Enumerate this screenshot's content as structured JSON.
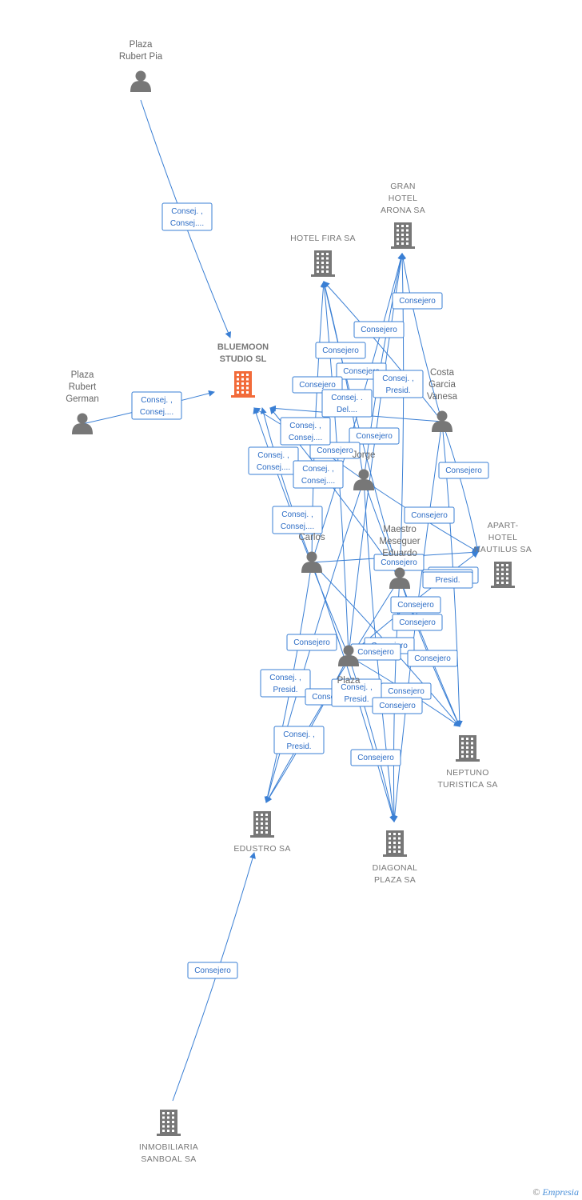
{
  "colors": {
    "edge": "#3a7fd4",
    "person": "#777777",
    "company": "#777777",
    "main_company": "#f26b3a"
  },
  "footer": {
    "copyright": "©",
    "brand": "Empresia"
  },
  "nodes": [
    {
      "id": "bluemoon",
      "type": "main",
      "label": [
        "BLUEMOON",
        "STUDIO  SL"
      ]
    },
    {
      "id": "plaza_rubert_pia",
      "type": "person",
      "label": [
        "Plaza",
        "Rubert Pia"
      ]
    },
    {
      "id": "plaza_rubert_german",
      "type": "person",
      "label": [
        "Plaza",
        "Rubert",
        "German"
      ]
    },
    {
      "id": "gran_hotel_arona",
      "type": "company",
      "label": [
        "GRAN",
        "HOTEL",
        "ARONA SA"
      ]
    },
    {
      "id": "hotel_fira",
      "type": "company",
      "label": [
        "HOTEL FIRA SA"
      ]
    },
    {
      "id": "costa_garcia_vanesa",
      "type": "person",
      "label": [
        "Costa",
        "Garcia",
        "Vanesa"
      ]
    },
    {
      "id": "jorge",
      "type": "person",
      "label": [
        "Jorge"
      ]
    },
    {
      "id": "carlos",
      "type": "person",
      "label": [
        "Carlos"
      ]
    },
    {
      "id": "maestro_meseguer_eduardo",
      "type": "person",
      "label": [
        "Maestro",
        "Meseguer",
        "Eduardo"
      ]
    },
    {
      "id": "apart_hotel_nautilus",
      "type": "company",
      "label": [
        "APART-",
        "HOTEL",
        "NAUTILUS SA"
      ]
    },
    {
      "id": "plaza_center",
      "type": "person",
      "label": [
        "Plaza"
      ]
    },
    {
      "id": "neptuno_turistica",
      "type": "company",
      "label": [
        "NEPTUNO",
        "TURISTICA SA"
      ]
    },
    {
      "id": "edustro",
      "type": "company",
      "label": [
        "EDUSTRO SA"
      ]
    },
    {
      "id": "diagonal_plaza",
      "type": "company",
      "label": [
        "DIAGONAL",
        "PLAZA SA"
      ]
    },
    {
      "id": "inmobiliaria_sanboal",
      "type": "company",
      "label": [
        "INMOBILIARIA",
        "SANBOAL SA"
      ]
    }
  ],
  "edge_labels": [
    [
      "Consej. ,",
      "Consej...."
    ],
    [
      "Consej. ,",
      "Consej...."
    ],
    [
      "Consejero"
    ],
    [
      "Consejero"
    ],
    [
      "Consejero"
    ],
    [
      "Consejero"
    ],
    [
      "Consejero"
    ],
    [
      "Consejero"
    ],
    [
      "Consej. ,",
      "Presid."
    ],
    [
      "Consej. .",
      "Del...."
    ],
    [
      "Consejero"
    ],
    [
      "Consej. ,",
      "Consej...."
    ],
    [
      "Consejero"
    ],
    [
      "Consej. ,",
      "Consej...."
    ],
    [
      "Consej. ,",
      "Consej...."
    ],
    [
      "Consejero"
    ],
    [
      "Consejero"
    ],
    [
      "Consej. ,",
      "Consej...."
    ],
    [
      "Consejero"
    ],
    [
      "Consejero"
    ],
    [
      "Presid."
    ],
    [
      "Consejero"
    ],
    [
      "Consejero"
    ],
    [
      "Consejero"
    ],
    [
      "Consejero"
    ],
    [
      "Consejero"
    ],
    [
      "Consej. ,",
      "Presid."
    ],
    [
      "Consejero"
    ],
    [
      "Consej. ,",
      "Presid."
    ],
    [
      "Consejero"
    ],
    [
      "Consejero"
    ],
    [
      "Consej. ,",
      "Presid."
    ],
    [
      "Consejero"
    ],
    [
      "Consejero"
    ],
    [
      "Consejero"
    ]
  ]
}
